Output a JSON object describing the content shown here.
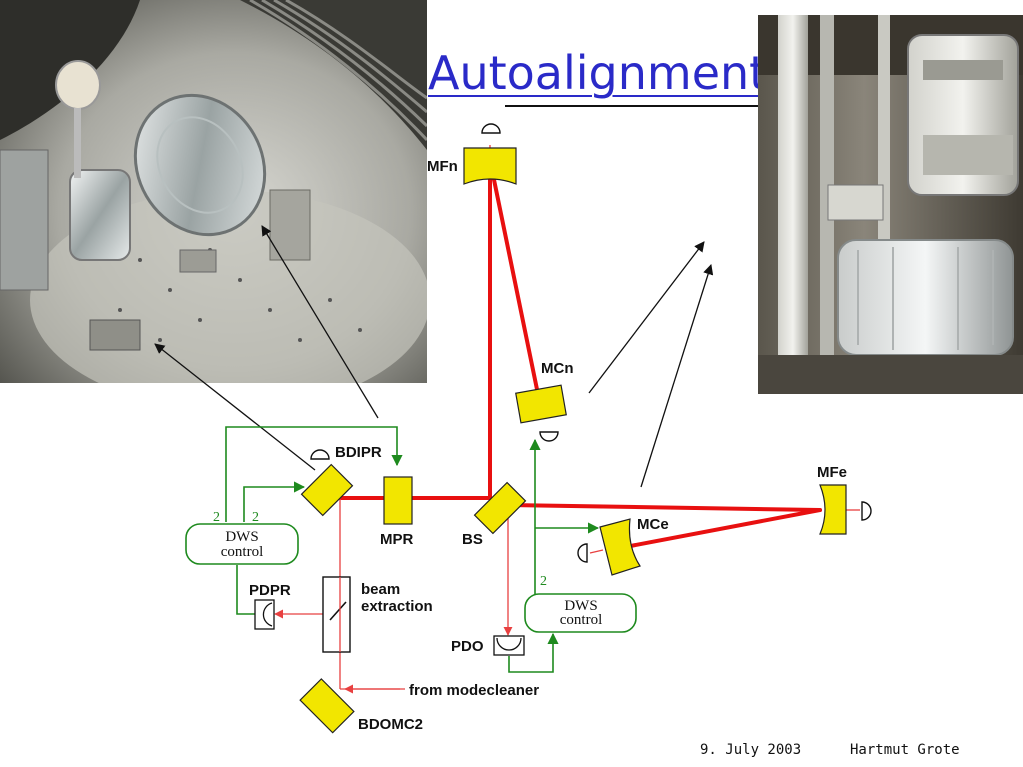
{
  "slide": {
    "title": "Autoalignment",
    "footer_date": "9. July 2003",
    "footer_author": "Hartmut Grote"
  },
  "photos": {
    "left": "photo-mirror-suspension",
    "right": "photo-mirror-assembly"
  },
  "diagram": {
    "labels": {
      "mfn": "MFn",
      "mcn": "MCn",
      "bdipr": "BDIPR",
      "mpr": "MPR",
      "bs": "BS",
      "mfe": "MFe",
      "mce": "MCe",
      "pdpr": "PDPR",
      "beam_extraction_1": "beam",
      "beam_extraction_2": "extraction",
      "pdo": "PDO",
      "from_modecleaner": "from modecleaner",
      "bdomc2": "BDOMC2"
    },
    "dws_left": {
      "line1": "DWS",
      "line2": "control"
    },
    "dws_right": {
      "line1": "DWS",
      "line2": "control"
    },
    "channel_counts": {
      "left_a": "2",
      "left_b": "2",
      "right": "2"
    },
    "colors": {
      "beam_high": "#e81010",
      "beam_low": "#e84040",
      "control": "#1e8a1e",
      "mirror_fill": "#f2e600",
      "title": "#2a2ac8"
    }
  }
}
